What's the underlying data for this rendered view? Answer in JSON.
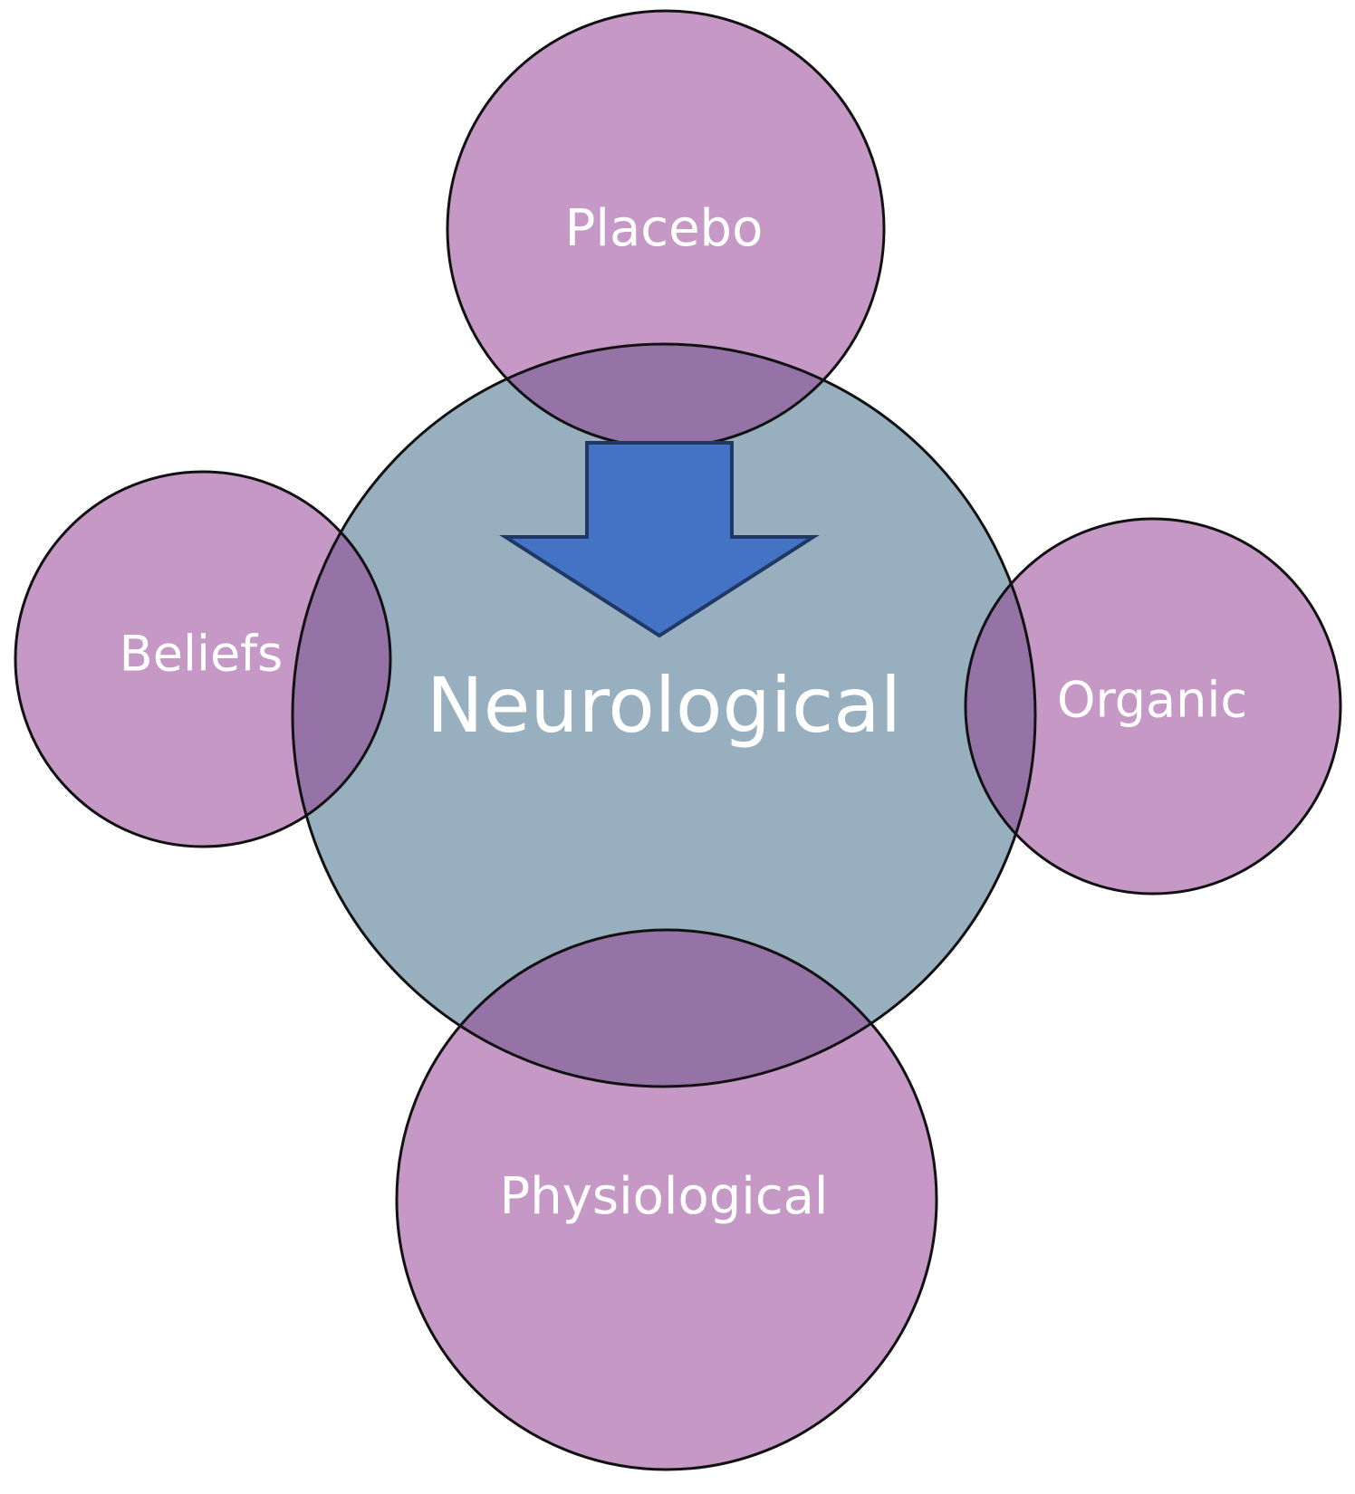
{
  "colors": {
    "center_fill": "#98afc0",
    "satellite_fill": "#c698c6",
    "overlap_fill": "#9573a6",
    "stroke": "#111111",
    "arrow_fill": "#4472c4",
    "arrow_stroke": "#1f3864",
    "label_color": "#ffffff"
  },
  "diagram": {
    "center": {
      "label": "Neurological"
    },
    "satellites": [
      {
        "id": "placebo",
        "label": "Placebo"
      },
      {
        "id": "beliefs",
        "label": "Beliefs"
      },
      {
        "id": "organic",
        "label": "Organic"
      },
      {
        "id": "physiological",
        "label": "Physiological"
      }
    ],
    "arrow": {
      "icon": "down-arrow-icon"
    }
  }
}
